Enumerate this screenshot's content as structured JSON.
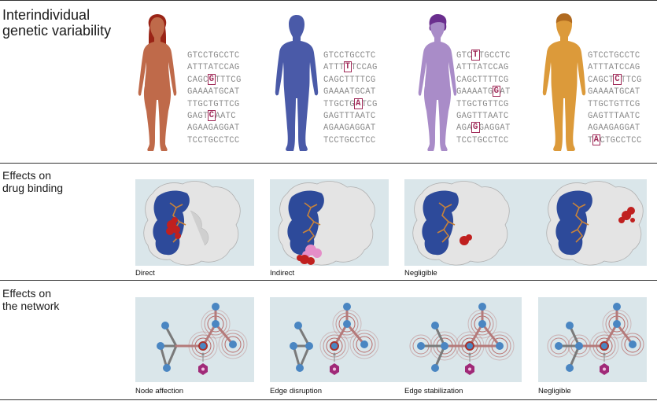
{
  "sections": {
    "variability": {
      "title": "Interindividual\ngenetic variability"
    },
    "binding": {
      "title": "Effects on\ndrug binding"
    },
    "network": {
      "title": "Effects on\nthe network"
    }
  },
  "individuals": [
    {
      "name": "female-red",
      "color": "#bf6a4a",
      "hair": "#9a2416",
      "dna": [
        {
          "pre": "GTCCTGCCTC",
          "snp": "",
          "post": ""
        },
        {
          "pre": "ATTTATCCAG",
          "snp": "",
          "post": ""
        },
        {
          "pre": "CAGC",
          "snp": "G",
          "post": "TTTCG"
        },
        {
          "pre": "GAAAATGCAT",
          "snp": "",
          "post": ""
        },
        {
          "pre": "TTGCTGTTCG",
          "snp": "",
          "post": ""
        },
        {
          "pre": "GAGT",
          "snp": "C",
          "post": "AATC"
        },
        {
          "pre": "AGAAGAGGAT",
          "snp": "",
          "post": ""
        },
        {
          "pre": "TCCTGCCTCC",
          "snp": "",
          "post": ""
        }
      ]
    },
    {
      "name": "male-blue",
      "color": "#4a5aa8",
      "hair": "#3a4890",
      "dna": [
        {
          "pre": "GTCCTGCCTC",
          "snp": "",
          "post": ""
        },
        {
          "pre": "ATTT",
          "snp": "T",
          "post": "TCCAG"
        },
        {
          "pre": "CAGCTTTTCG",
          "snp": "",
          "post": ""
        },
        {
          "pre": "GAAAATGCAT",
          "snp": "",
          "post": ""
        },
        {
          "pre": "TTGCTG",
          "snp": "A",
          "post": "TCG"
        },
        {
          "pre": "GAGTTTAATC",
          "snp": "",
          "post": ""
        },
        {
          "pre": "AGAAGAGGAT",
          "snp": "",
          "post": ""
        },
        {
          "pre": "TCCTGCCTCC",
          "snp": "",
          "post": ""
        }
      ]
    },
    {
      "name": "female-purple",
      "color": "#a98cc8",
      "hair": "#6a2e8e",
      "dna": [
        {
          "pre": "GTC",
          "snp": "T",
          "post": "TGCCTC"
        },
        {
          "pre": "ATTTATCCAG",
          "snp": "",
          "post": ""
        },
        {
          "pre": "CAGCTTTTCG",
          "snp": "",
          "post": ""
        },
        {
          "pre": "GAAAATG",
          "snp": "G",
          "post": "AT"
        },
        {
          "pre": "TTGCTGTTCG",
          "snp": "",
          "post": ""
        },
        {
          "pre": "GAGTTTAATC",
          "snp": "",
          "post": ""
        },
        {
          "pre": "AGA",
          "snp": "G",
          "post": "GAGGAT"
        },
        {
          "pre": "TCCTGCCTCC",
          "snp": "",
          "post": ""
        }
      ]
    },
    {
      "name": "male-orange",
      "color": "#dc9a3a",
      "hair": "#b06a20",
      "dna": [
        {
          "pre": "GTCCTGCCTC",
          "snp": "",
          "post": ""
        },
        {
          "pre": "ATTTATCCAG",
          "snp": "",
          "post": ""
        },
        {
          "pre": "CAGCT",
          "snp": "C",
          "post": "TTCG"
        },
        {
          "pre": "GAAAATGCAT",
          "snp": "",
          "post": ""
        },
        {
          "pre": "TTGCTGTTCG",
          "snp": "",
          "post": ""
        },
        {
          "pre": "GAGTTTAATC",
          "snp": "",
          "post": ""
        },
        {
          "pre": "AGAAGAGGAT",
          "snp": "",
          "post": ""
        },
        {
          "pre": "T",
          "snp": "A",
          "post": "CTGCCTCC"
        }
      ]
    }
  ],
  "binding_panels": [
    {
      "caption": "Direct"
    },
    {
      "caption": "Indirect"
    },
    {
      "caption": "Negligible"
    }
  ],
  "network_panels": [
    {
      "caption": "Node affection"
    },
    {
      "caption": "Edge disruption"
    },
    {
      "caption": "Edge stabilization"
    },
    {
      "caption": "Negligible"
    }
  ],
  "colors": {
    "panel_bg": "#dae6ea",
    "protein_surface": "#e4e4e4",
    "binding_site": "#2d4a9a",
    "ligand": "#c8833a",
    "variant_residue": "#c0201f",
    "node": "#4a86c2",
    "affected_ring": "#a8322e",
    "drug": "#a02a78"
  }
}
